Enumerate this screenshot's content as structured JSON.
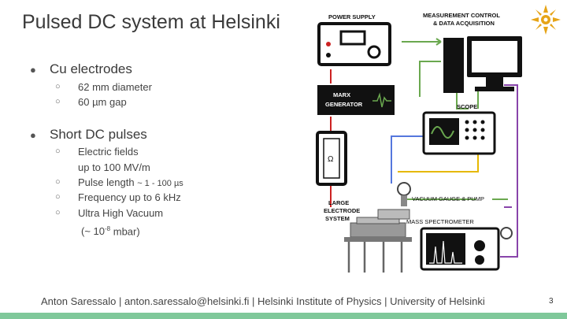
{
  "slide": {
    "title": "Pulsed DC system at Helsinki",
    "bullets": [
      {
        "label": "Cu electrodes",
        "subs": [
          "62 mm diameter",
          "60 µm gap"
        ]
      },
      {
        "label": "Short DC pulses",
        "subs": [
          "Electric fields",
          "up to 100 MV/m",
          "Pulse length",
          "~ 1 - 100 µs",
          "Frequency up to 6 kHz",
          "Ultra High Vacuum",
          "(~ 10",
          "-8",
          " mbar)"
        ]
      }
    ],
    "footer": "Anton Saressalo | anton.saressalo@helsinki.fi | Helsinki Institute of Physics | University of Helsinki",
    "page_number": "3"
  },
  "diagram": {
    "power_supply": "POWER SUPPLY",
    "measurement_line1": "MEASUREMENT CONTROL",
    "measurement_line2": "& DATA ACQUISITION",
    "marx_line1": "MARX",
    "marx_line2": "GENERATOR",
    "scope": "SCOPE",
    "resistor": "Ω",
    "vacuum": "VACUUM GAUGE & PUMP",
    "les_line1": "LARGE",
    "les_line2": "ELECTRODE",
    "les_line3": "SYSTEM",
    "mass_spec": "MASS SPECTROMETER"
  },
  "colors": {
    "green_wire": "#6aa84f",
    "red_wire": "#cc2222",
    "blue_wire": "#5577dd",
    "yellow_wire": "#e6b800",
    "purple_wire": "#8844aa",
    "footer_bar": "#7fc89a"
  }
}
